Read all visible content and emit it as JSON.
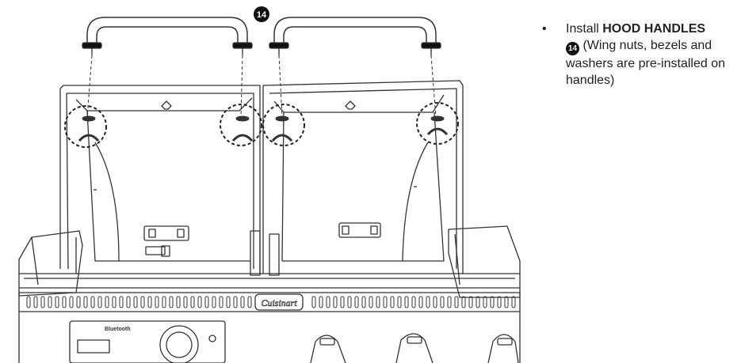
{
  "callout_step": "14",
  "brand_logo": "Cuisinart",
  "panel_label": "Bluetooth",
  "instruction": {
    "bullet": "•",
    "prefix": "Install",
    "emphasis": "HOOD HANDLES",
    "step": "14",
    "note": "(Wing nuts, bezels and washers are pre-installed on handles)"
  }
}
